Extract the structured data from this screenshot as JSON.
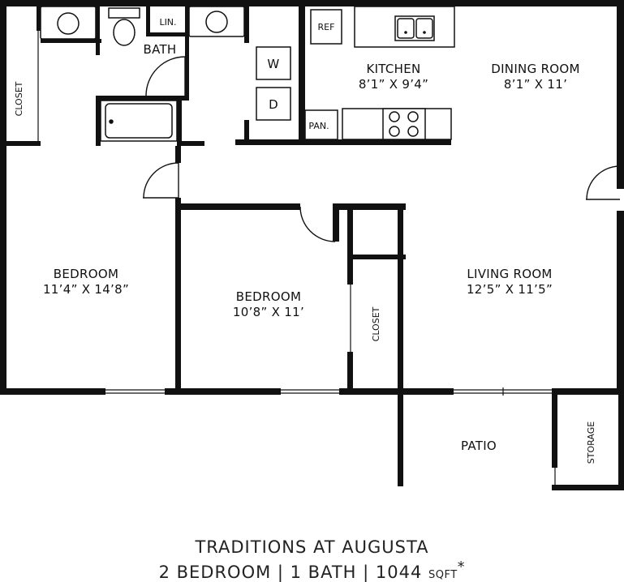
{
  "rooms": {
    "closet_left": "CLOSET",
    "lin": "LIN.",
    "bath": "BATH",
    "washer": "W",
    "dryer": "D",
    "ref": "REF",
    "kitchen_name": "KITCHEN",
    "kitchen_dim": "8’1” X 9’4”",
    "pantry": "PAN.",
    "dining_name": "DINING ROOM",
    "dining_dim": "8’1” X 11’",
    "bedroom1_name": "BEDROOM",
    "bedroom1_dim": "11’4” X 14’8”",
    "bedroom2_name": "BEDROOM",
    "bedroom2_dim": "10’8” X 11’",
    "closet_mid": "CLOSET",
    "living_name": "LIVING ROOM",
    "living_dim": "12’5” X 11’5”",
    "patio": "PATIO",
    "storage": "STORAGE"
  },
  "caption": {
    "line1": "TRADITIONS AT AUGUSTA",
    "line2": "2 BEDROOM | 1 BATH | 1044",
    "unit": "SQFT",
    "mark": "*"
  }
}
